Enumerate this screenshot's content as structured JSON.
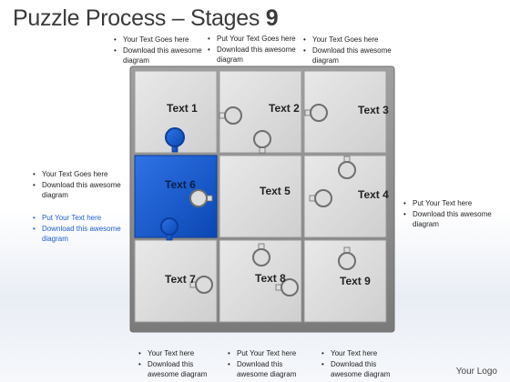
{
  "title": {
    "main": "Puzzle Process",
    "dash": "–",
    "stage_word": "Stages",
    "stage_num": "9"
  },
  "pieces": [
    {
      "label": "Text 1",
      "highlight": false
    },
    {
      "label": "Text 2",
      "highlight": false
    },
    {
      "label": "Text 3",
      "highlight": false
    },
    {
      "label": "Text 6",
      "highlight": true
    },
    {
      "label": "Text 5",
      "highlight": false
    },
    {
      "label": "Text 4",
      "highlight": false
    },
    {
      "label": "Text 7",
      "highlight": false
    },
    {
      "label": "Text 8",
      "highlight": false
    },
    {
      "label": "Text 9",
      "highlight": false
    }
  ],
  "top_notes": [
    [
      "Your Text Goes here",
      "Download this awesome diagram"
    ],
    [
      "Put Your Text Goes here",
      "Download this awesome diagram"
    ],
    [
      "Your Text Goes here",
      "Download this awesome diagram"
    ]
  ],
  "bottom_notes": [
    [
      "Your Text  here",
      "Download this awesome diagram"
    ],
    [
      "Put Your Text  here",
      "Download this awesome diagram"
    ],
    [
      "Your Text  here",
      "Download this awesome diagram"
    ]
  ],
  "left_notes": {
    "dark": [
      "Your Text Goes here",
      "Download this awesome diagram"
    ],
    "blue": [
      "Put Your Text  here",
      "Download this awesome diagram"
    ]
  },
  "right_notes": [
    "Put Your Text  here",
    "Download this awesome diagram"
  ],
  "logo": "Your Logo",
  "colors": {
    "piece": "#d9d9d9",
    "piece_edge": "#8a8a8a",
    "highlight": "#1155cc",
    "text_blue": "#1f5fd0"
  }
}
